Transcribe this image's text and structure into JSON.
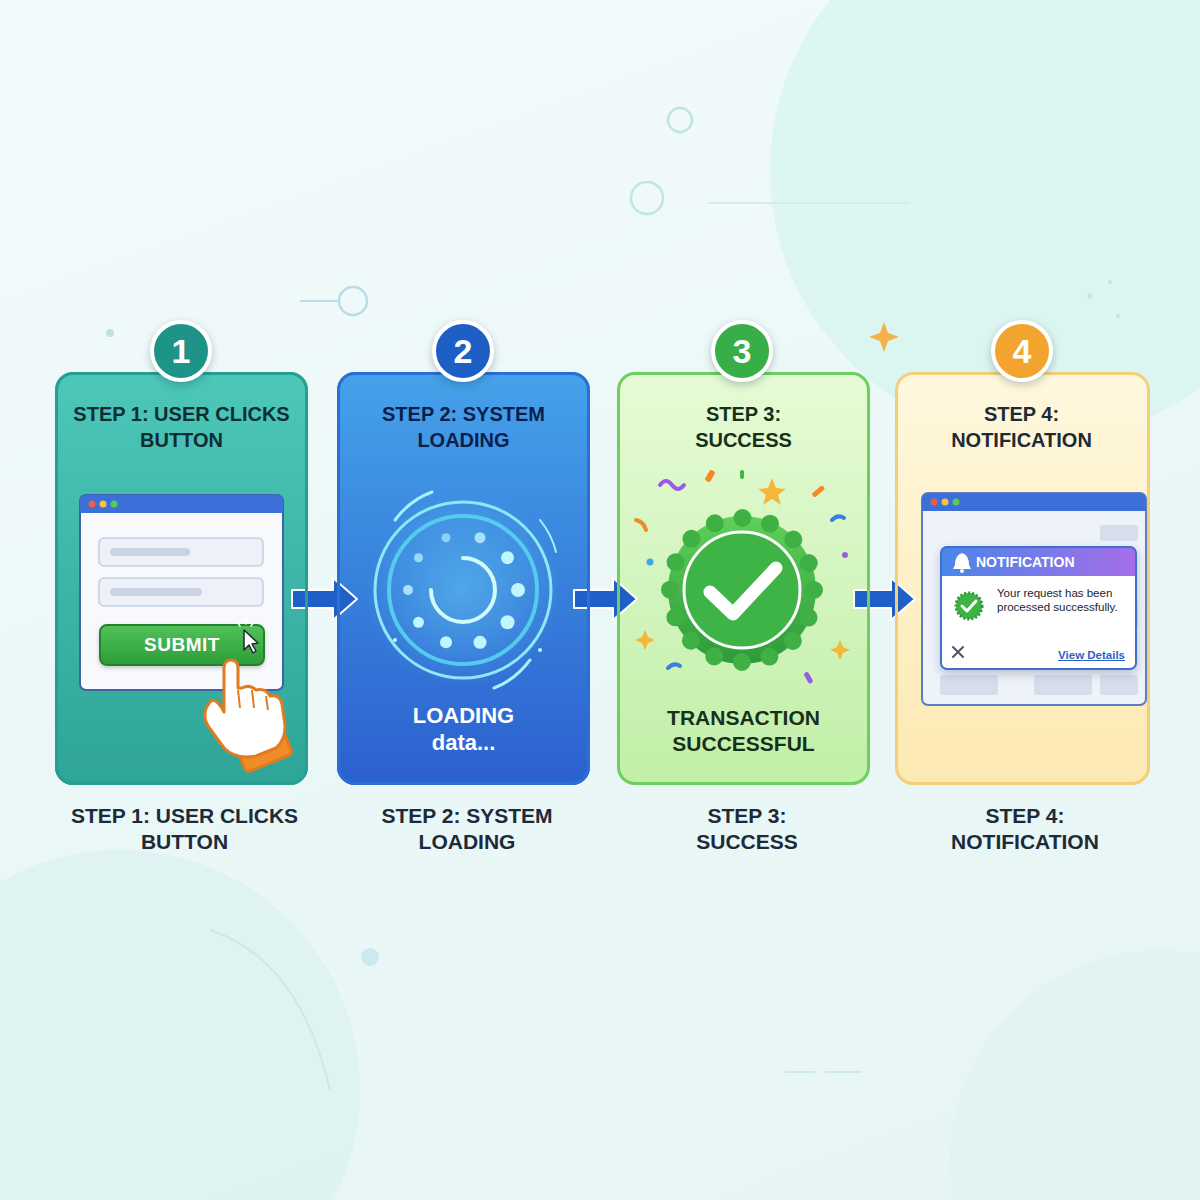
{
  "diagram": {
    "nodes": [
      {
        "text": [
          "1"
        ]
      },
      {
        "text": [
          "STEP 1: USER CLICKS BUTTON",
          "STEP 1: USER CLICKS BUTTON"
        ]
      },
      {
        "text": [
          "SUBMIT"
        ],
        "in": 1
      },
      {
        "text": [
          "2"
        ]
      },
      {
        "text": [
          "STEP 2: SYSTEM LOADING",
          "LOADING data...",
          "STEP 2: SYSTEM LOADING"
        ]
      },
      {
        "text": [
          "3"
        ]
      },
      {
        "text": [
          "STEP 3: SUCCESS",
          "TRANSACTION SUCCESSFUL",
          "STEP 3: SUCCESS"
        ]
      },
      {
        "text": [
          "4"
        ]
      },
      {
        "text": [
          "STEP 4: NOTIFICATION",
          "STEP 4: NOTIFICATION"
        ]
      },
      {
        "text": [
          "NOTIFICATION",
          "Your request has been processed successfully.",
          "View Details"
        ],
        "in": 8
      }
    ],
    "edges": [
      {
        "from": 1,
        "to": 4,
        "arrow": "to"
      },
      {
        "from": 4,
        "to": 6,
        "arrow": "to"
      },
      {
        "from": 6,
        "to": 8,
        "arrow": "to"
      }
    ]
  }
}
